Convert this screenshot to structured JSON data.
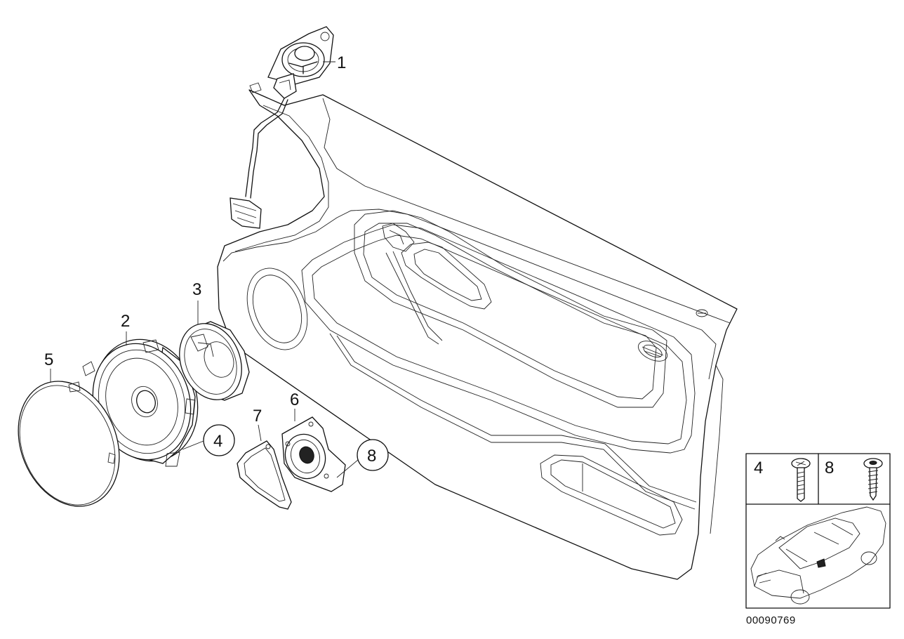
{
  "callouts": {
    "c1": "1",
    "c2": "2",
    "c3": "3",
    "c4": "4",
    "c5": "5",
    "c6": "6",
    "c7": "7",
    "c8": "8"
  },
  "inset": {
    "screw4_label": "4",
    "screw8_label": "8"
  },
  "reference_number": "00090769"
}
